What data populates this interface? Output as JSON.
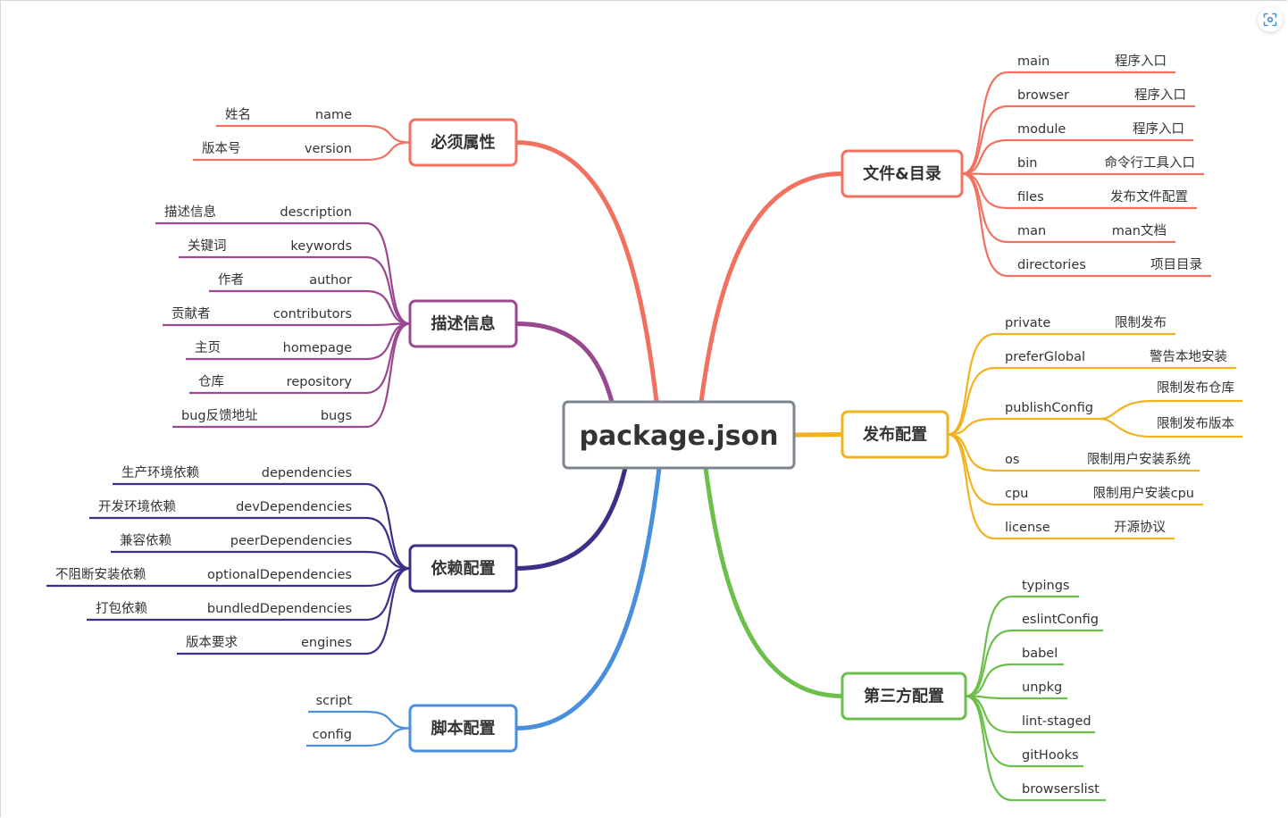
{
  "root": {
    "label": "package.json"
  },
  "branches": [
    {
      "id": "required",
      "label": "必须属性",
      "side": "left",
      "color": "#f1705f",
      "items": [
        {
          "key": "name",
          "desc": "姓名"
        },
        {
          "key": "version",
          "desc": "版本号"
        }
      ]
    },
    {
      "id": "description",
      "label": "描述信息",
      "side": "left",
      "color": "#9a4790",
      "items": [
        {
          "key": "description",
          "desc": "描述信息"
        },
        {
          "key": "keywords",
          "desc": "关键词"
        },
        {
          "key": "author",
          "desc": "作者"
        },
        {
          "key": "contributors",
          "desc": "贡献者"
        },
        {
          "key": "homepage",
          "desc": "主页"
        },
        {
          "key": "repository",
          "desc": "仓库"
        },
        {
          "key": "bugs",
          "desc": "bug反馈地址"
        }
      ]
    },
    {
      "id": "dependencies",
      "label": "依赖配置",
      "side": "left",
      "color": "#3d2f87",
      "items": [
        {
          "key": "dependencies",
          "desc": "生产环境依赖"
        },
        {
          "key": "devDependencies",
          "desc": "开发环境依赖"
        },
        {
          "key": "peerDependencies",
          "desc": "兼容依赖"
        },
        {
          "key": "optionalDependencies",
          "desc": "不阻断安装依赖"
        },
        {
          "key": "bundledDependencies",
          "desc": "打包依赖"
        },
        {
          "key": "engines",
          "desc": "版本要求"
        }
      ]
    },
    {
      "id": "scripts",
      "label": "脚本配置",
      "side": "left",
      "color": "#4a8fdb",
      "items": [
        {
          "key": "script",
          "desc": ""
        },
        {
          "key": "config",
          "desc": ""
        }
      ]
    },
    {
      "id": "files",
      "label": "文件&目录",
      "side": "right",
      "color": "#f1705f",
      "items": [
        {
          "key": "main",
          "desc": "程序入口"
        },
        {
          "key": "browser",
          "desc": "程序入口"
        },
        {
          "key": "module",
          "desc": "程序入口"
        },
        {
          "key": "bin",
          "desc": "命令行工具入口"
        },
        {
          "key": "files",
          "desc": "发布文件配置"
        },
        {
          "key": "man",
          "desc": "man文档"
        },
        {
          "key": "directories",
          "desc": "项目目录"
        }
      ]
    },
    {
      "id": "publish",
      "label": "发布配置",
      "side": "right",
      "color": "#f2b11f",
      "items": [
        {
          "key": "private",
          "desc": "限制发布"
        },
        {
          "key": "preferGlobal",
          "desc": "警告本地安装"
        },
        {
          "key": "publishConfig",
          "desc": "",
          "children": [
            "限制发布仓库",
            "限制发布版本"
          ]
        },
        {
          "key": "os",
          "desc": "限制用户安装系统"
        },
        {
          "key": "cpu",
          "desc": "限制用户安装cpu"
        },
        {
          "key": "license",
          "desc": "开源协议"
        }
      ]
    },
    {
      "id": "thirdparty",
      "label": "第三方配置",
      "side": "right",
      "color": "#6cbf4b",
      "items": [
        {
          "key": "typings",
          "desc": ""
        },
        {
          "key": "eslintConfig",
          "desc": ""
        },
        {
          "key": "babel",
          "desc": ""
        },
        {
          "key": "unpkg",
          "desc": ""
        },
        {
          "key": "lint-staged",
          "desc": ""
        },
        {
          "key": "gitHooks",
          "desc": ""
        },
        {
          "key": "browserslist",
          "desc": ""
        }
      ]
    }
  ],
  "toolbar": {
    "fit_icon": "fit-to-screen-icon"
  }
}
